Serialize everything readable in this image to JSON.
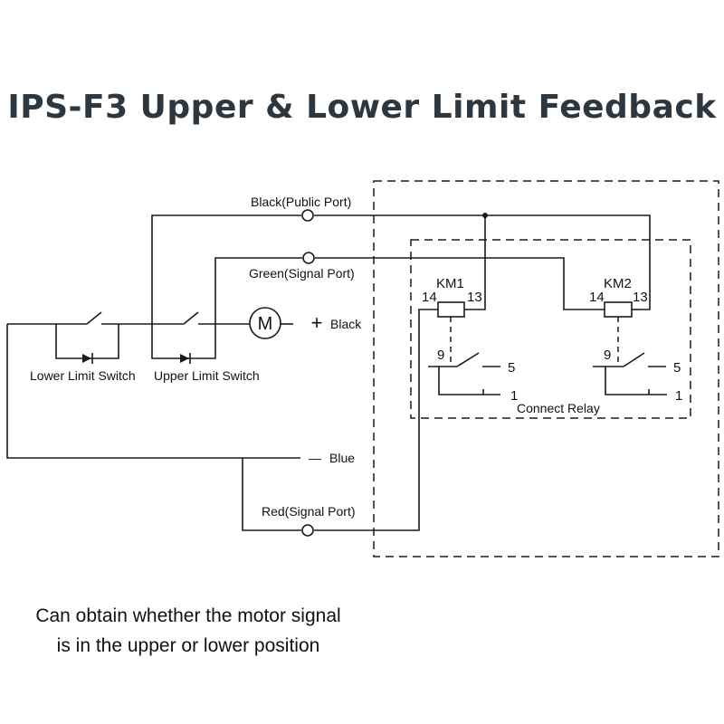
{
  "title": "IPS-F3 Upper & Lower Limit Feedback",
  "wires": {
    "black_public": "Black(Public Port)",
    "green_signal": "Green(Signal Port)",
    "black_plus_sign": "+",
    "black": "Black",
    "blue_dash": "—",
    "blue": "Blue",
    "red_signal": "Red(Signal Port)"
  },
  "switches": {
    "lower": "Lower Limit Switch",
    "upper": "Upper Limit Switch"
  },
  "motor": {
    "symbol": "M"
  },
  "relays": [
    {
      "name": "KM1",
      "pin_a": "14",
      "pin_b": "13",
      "pin_c": "9",
      "pin_d": "5",
      "pin_e": "1"
    },
    {
      "name": "KM2",
      "pin_a": "14",
      "pin_b": "13",
      "pin_c": "9",
      "pin_d": "5",
      "pin_e": "1"
    }
  ],
  "relay_box_label": "Connect Relay",
  "caption": {
    "line1": "Can obtain whether the motor signal",
    "line2": "is in the upper or lower position"
  }
}
